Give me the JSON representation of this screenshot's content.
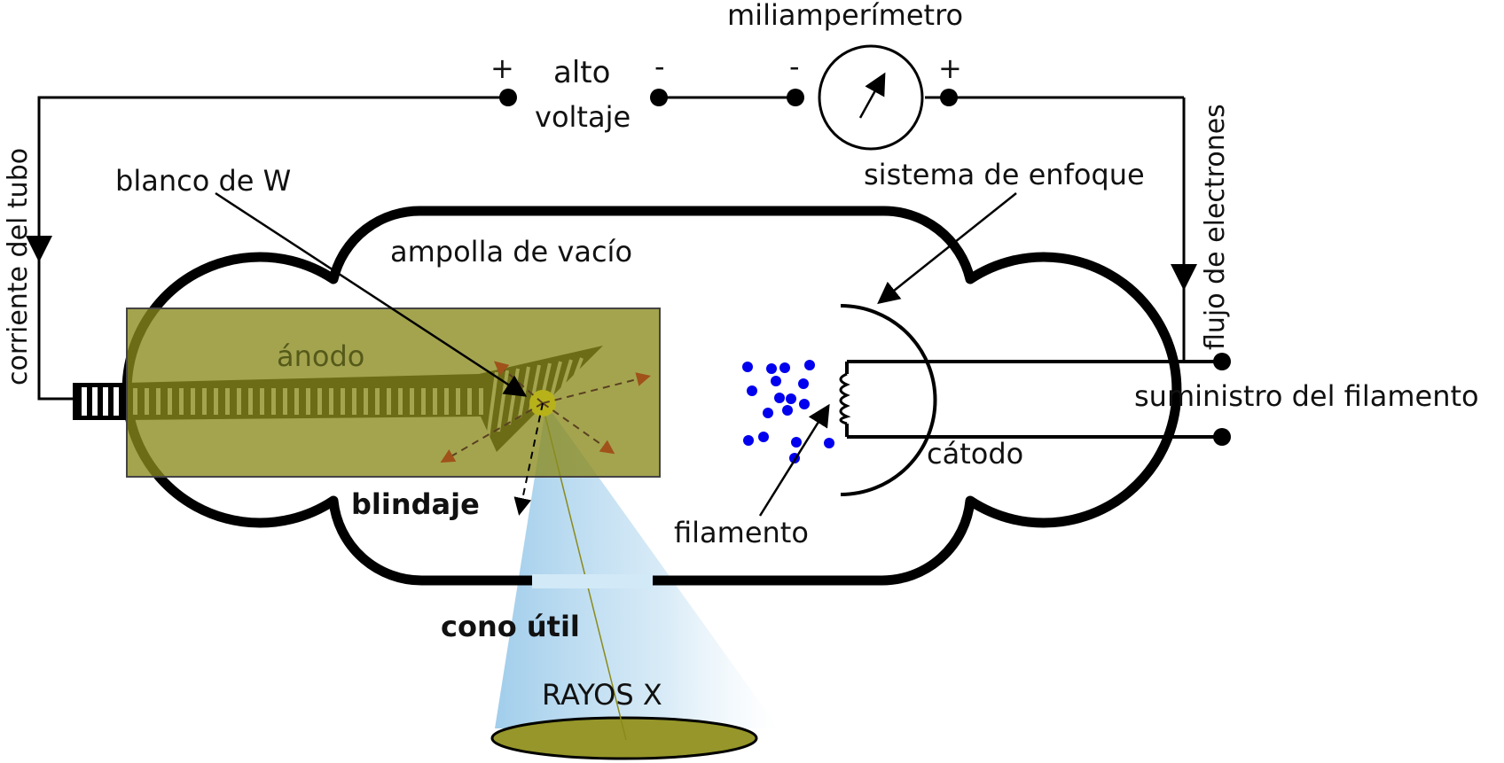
{
  "diagram": {
    "labels": {
      "miliamperimetro": "miliamperímetro",
      "alto": "alto",
      "voltaje": "voltaje",
      "plus_hv": "+",
      "minus_hv": "-",
      "minus_meter": "-",
      "plus_meter": "+",
      "corriente_tubo": "corriente del tubo",
      "flujo_electrones": "flujo de electrones",
      "blanco_w": "blanco de W",
      "sistema_enfoque": "sistema de enfoque",
      "ampolla_vacio": "ampolla de vacío",
      "anodo": "ánodo",
      "blindaje": "blindaje",
      "filamento": "filamento",
      "catodo": "cátodo",
      "suministro_filamento": "suministro del filamento",
      "cono_util": "cono útil",
      "rayos_x": "RAYOS X"
    },
    "colors": {
      "line": "#000000",
      "shield": "#8b8b1e",
      "target_spot": "#b7b21a",
      "scatter_arrows": "#a0521a",
      "xray_cone": "#a9d3ee",
      "electrons": "#0000ee",
      "film": "#96962a"
    },
    "icons": {
      "meter": "ammeter-icon",
      "terminal": "terminal-dot-icon"
    }
  }
}
